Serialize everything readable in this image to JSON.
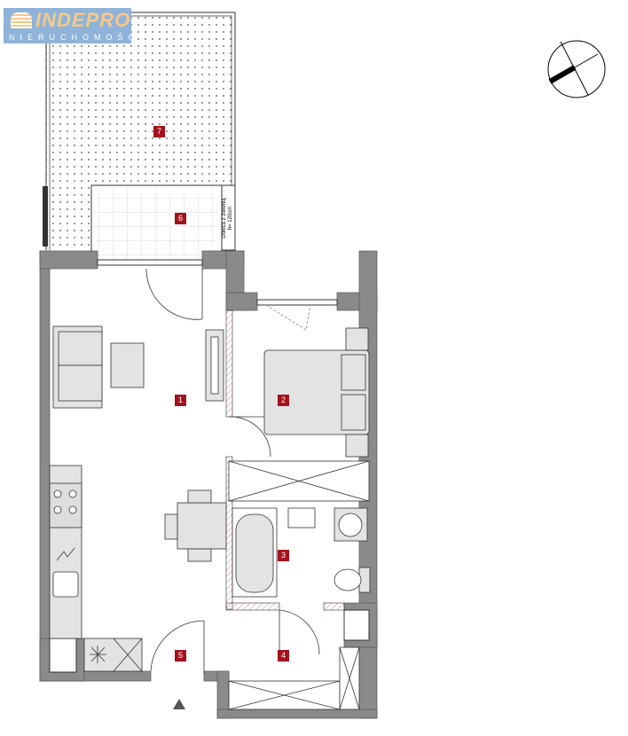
{
  "logo": {
    "name": "INDEPRO",
    "subtitle": "NIERUCHOMOŚCI"
  },
  "planter_label": {
    "line1": "Donica z zielenią",
    "line2": "h= 120cm"
  },
  "rooms": [
    "1",
    "2",
    "3",
    "4",
    "5",
    "6",
    "7"
  ],
  "colors": {
    "wall": "#8a8a8a",
    "room_marker": "#a3121d",
    "furniture": "#e3e3e3"
  }
}
